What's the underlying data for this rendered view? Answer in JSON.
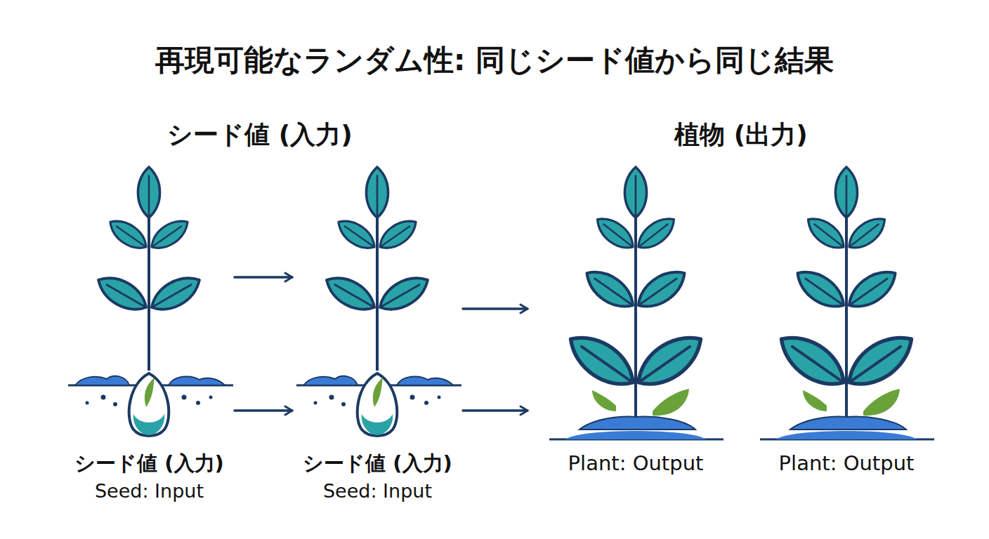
{
  "diagram": {
    "title": "再現可能なランダム性: 同じシード値から同じ結果",
    "nodes": [
      {
        "text": [
          "シード値 (入力)",
          "Seed: Input"
        ]
      },
      {
        "text": [
          "シード値 (入力)",
          "Seed: Input"
        ]
      },
      {
        "text": [
          "Plant: Output"
        ]
      },
      {
        "text": [
          "Plant: Output"
        ]
      }
    ],
    "edges": [
      {
        "from": 0,
        "to": 1,
        "arrow": "to"
      },
      {
        "from": 0,
        "to": 1,
        "arrow": "to"
      },
      {
        "from": 1,
        "to": 2,
        "arrow": "to"
      },
      {
        "from": 1,
        "to": 2,
        "arrow": "to"
      }
    ],
    "labels": [
      "シード値 (入力)",
      "植物 (出力)"
    ]
  }
}
